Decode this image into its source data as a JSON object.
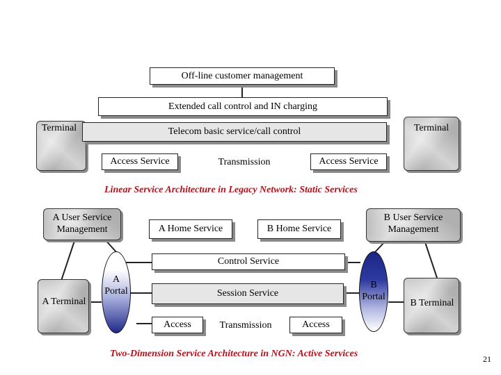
{
  "top": {
    "offline": "Off-line customer management",
    "extended": "Extended call control and IN charging",
    "telecom": "Telecom basic service/call control",
    "terminal_left": "Terminal",
    "terminal_right": "Terminal",
    "access_left": "Access Service",
    "transmission": "Transmission",
    "access_right": "Access Service",
    "caption": "Linear Service Architecture in Legacy Network: Static Services"
  },
  "bottom": {
    "a_user_mgmt": "A User Service Management",
    "b_user_mgmt": "B User Service Management",
    "a_home": "A Home Service",
    "b_home": "B Home Service",
    "control": "Control Service",
    "session": "Session Service",
    "a_portal": "A Portal",
    "b_portal": "B Portal",
    "a_terminal": "A Terminal",
    "b_terminal": "B Terminal",
    "access_left": "Access",
    "transmission": "Transmission",
    "access_right": "Access",
    "caption": "Two-Dimension Service Architecture in NGN: Active Services"
  },
  "slide_number": "21"
}
